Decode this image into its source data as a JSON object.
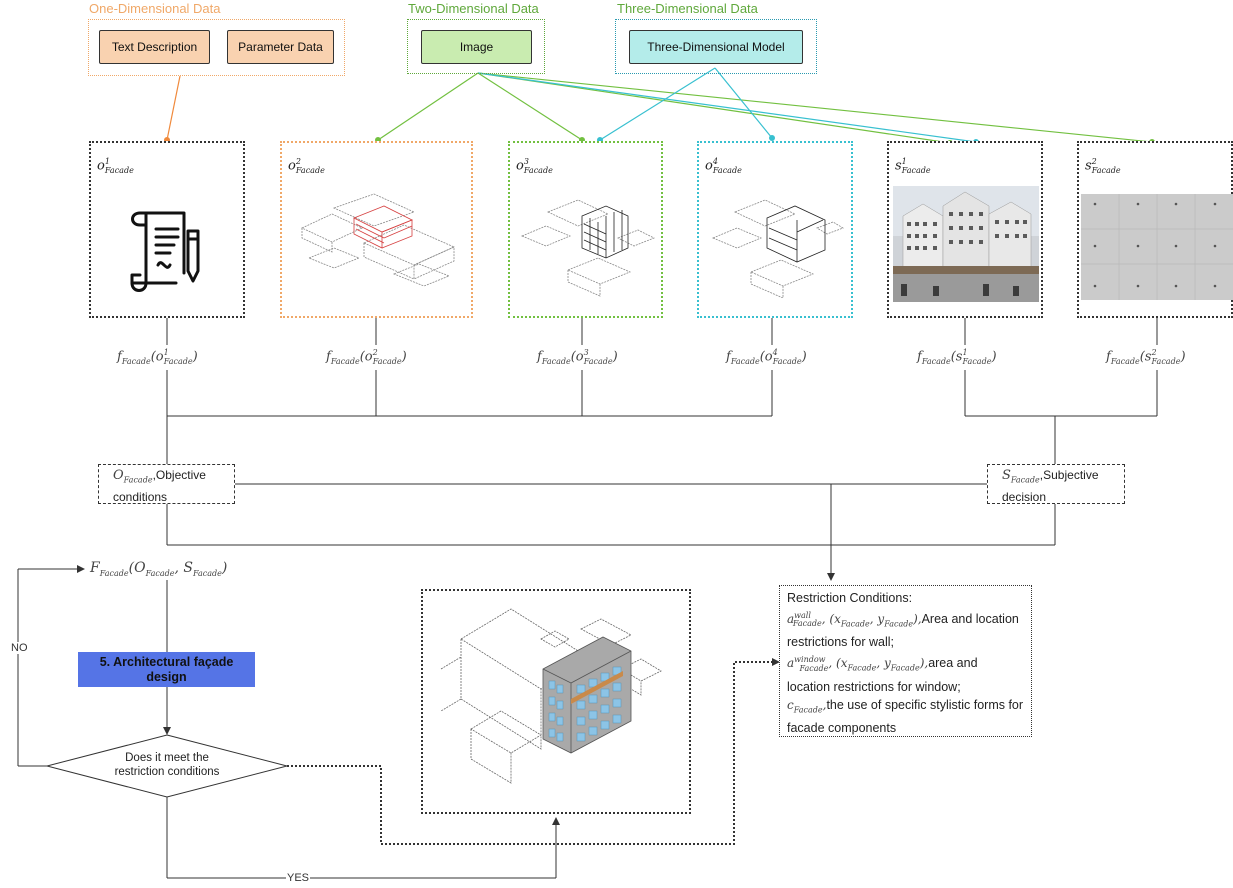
{
  "groups": {
    "one_dim": {
      "title": "One-Dimensional Data",
      "items": [
        "Text Description",
        "Parameter Data"
      ]
    },
    "two_dim": {
      "title": "Two-Dimensional Data",
      "items": [
        "Image"
      ]
    },
    "three_dim": {
      "title": "Three-Dimensional Data",
      "items": [
        "Three-Dimensional Model"
      ]
    }
  },
  "colors": {
    "one_dim": "#f0a868",
    "one_dim_fill": "#f9d2b0",
    "two_dim": "#5fa83b",
    "two_dim_fill": "#c9ecb0",
    "three_dim": "#2a9ab0",
    "three_dim_fill": "#b4ecea",
    "wire_orange": "#f08a3c",
    "wire_green": "#72c040",
    "wire_cyan": "#38c0d0",
    "design_fill": "#5574e6"
  },
  "cards": [
    {
      "base": "o",
      "sup": "1",
      "sub": "Facade",
      "image": "document-scroll-icon"
    },
    {
      "base": "o",
      "sup": "2",
      "sub": "Facade",
      "image": "building-massing-highlighted"
    },
    {
      "base": "o",
      "sup": "3",
      "sub": "Facade",
      "image": "building-massing-facade"
    },
    {
      "base": "o",
      "sup": "4",
      "sub": "Facade",
      "image": "building-massing-outline"
    },
    {
      "base": "s",
      "sup": "1",
      "sub": "Facade",
      "image": "building-photo"
    },
    {
      "base": "s",
      "sup": "2",
      "sub": "Facade",
      "image": "concrete-wall-texture"
    }
  ],
  "functions": [
    {
      "f": "f",
      "fsub": "Facade",
      "arg": "o",
      "asup": "1",
      "asub": "Facade"
    },
    {
      "f": "f",
      "fsub": "Facade",
      "arg": "o",
      "asup": "2",
      "asub": "Facade"
    },
    {
      "f": "f",
      "fsub": "Facade",
      "arg": "o",
      "asup": "3",
      "asub": "Facade"
    },
    {
      "f": "f",
      "fsub": "Facade",
      "arg": "o",
      "asup": "4",
      "asub": "Facade"
    },
    {
      "f": "f",
      "fsub": "Facade",
      "arg": "s",
      "asup": "1",
      "asub": "Facade"
    },
    {
      "f": "f",
      "fsub": "Facade",
      "arg": "s",
      "asup": "2",
      "asub": "Facade"
    }
  ],
  "objective": {
    "symbol": "O",
    "sub": "Facade",
    "text": ",Objective conditions"
  },
  "subjective": {
    "symbol": "S",
    "sub": "Facade",
    "text": ",Subjective decision"
  },
  "main_function": {
    "F": "F",
    "Fsub": "Facade",
    "a1": "O",
    "a1sub": "Facade",
    "a2": "S",
    "a2sub": "Facade"
  },
  "design_box": {
    "label": "5. Architectural façade design"
  },
  "decision": {
    "label": "Does it meet the restriction conditions"
  },
  "edge_labels": {
    "no": "NO",
    "yes": "YES"
  },
  "restriction": {
    "title": "Restriction Conditions:",
    "wall": {
      "a": "a",
      "sup": "wall",
      "sub": "Facade",
      "x": "x",
      "y": "y",
      "text": "Area and location restrictions for wall;"
    },
    "window": {
      "a": "a",
      "sup": "window",
      "sub": "Facade",
      "x": "x",
      "y": "y",
      "text": "area and location restrictions for window;"
    },
    "style": {
      "c": "c",
      "sub": "Facade",
      "text": "the use of specific stylistic forms for facade components"
    }
  }
}
